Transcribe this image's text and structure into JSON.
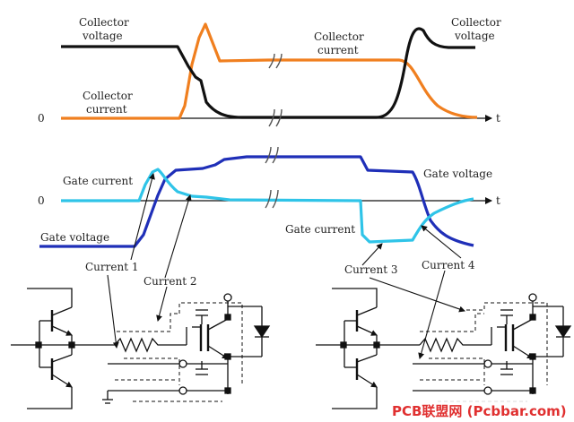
{
  "colors": {
    "orange": "#f07f1f",
    "black": "#111111",
    "dark_blue": "#1f2fb8",
    "light_blue": "#2fc4e8",
    "watermark": "#e03030"
  },
  "top_plot": {
    "label_collector_voltage_left": [
      "Collector",
      "voltage"
    ],
    "label_collector_current_left": [
      "Collector",
      "current"
    ],
    "label_collector_current_mid": [
      "Collector",
      "current"
    ],
    "label_collector_voltage_right": [
      "Collector",
      "voltage"
    ],
    "zero": "0",
    "axis": "t"
  },
  "mid_plot": {
    "label_gate_current": "Gate current",
    "label_gate_voltage_left": "Gate voltage",
    "label_gate_voltage_right": "Gate voltage",
    "label_gate_current_right": "Gate current",
    "zero": "0",
    "axis": "t"
  },
  "annotations": {
    "current_1": "Current 1",
    "current_2": "Current 2",
    "current_3": "Current 3",
    "current_4": "Current 4"
  },
  "watermark": "PCB联盟网 (Pcbbar.com)"
}
